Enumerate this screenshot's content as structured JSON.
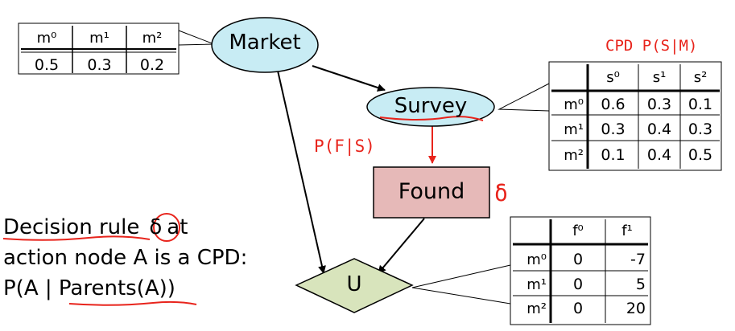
{
  "nodes": {
    "market": "Market",
    "survey": "Survey",
    "found": "Found",
    "u": "U"
  },
  "market_cpd": {
    "headers": [
      "m⁰",
      "m¹",
      "m²"
    ],
    "values": [
      "0.5",
      "0.3",
      "0.2"
    ]
  },
  "survey_cpd": {
    "headers": [
      "s⁰",
      "s¹",
      "s²"
    ],
    "rows": [
      {
        "label": "m⁰",
        "values": [
          "0.6",
          "0.3",
          "0.1"
        ]
      },
      {
        "label": "m¹",
        "values": [
          "0.3",
          "0.4",
          "0.3"
        ]
      },
      {
        "label": "m²",
        "values": [
          "0.1",
          "0.4",
          "0.5"
        ]
      }
    ]
  },
  "utility": {
    "headers": [
      "f⁰",
      "f¹"
    ],
    "rows": [
      {
        "label": "m⁰",
        "values": [
          "0",
          "-7"
        ]
      },
      {
        "label": "m¹",
        "values": [
          "0",
          "5"
        ]
      },
      {
        "label": "m²",
        "values": [
          "0",
          "20"
        ]
      }
    ]
  },
  "annotations": {
    "cpd": "CPD P(S|M)",
    "pfs": "P(F|S)",
    "delta": "δ"
  },
  "text_block": {
    "line1_pre": "Decision rule",
    "line1_delta": "δ",
    "line1_post": "at",
    "line2": "action node A is a CPD:",
    "line3_pre": "P(A | ",
    "line3_parents": "Parents(A)",
    "line3_post": ")"
  },
  "colors": {
    "ellipse_fill": "#c8ecf4",
    "found_fill": "#e6b9b8",
    "u_fill": "#d8e4bc",
    "annotation_red": "#e8241c"
  }
}
